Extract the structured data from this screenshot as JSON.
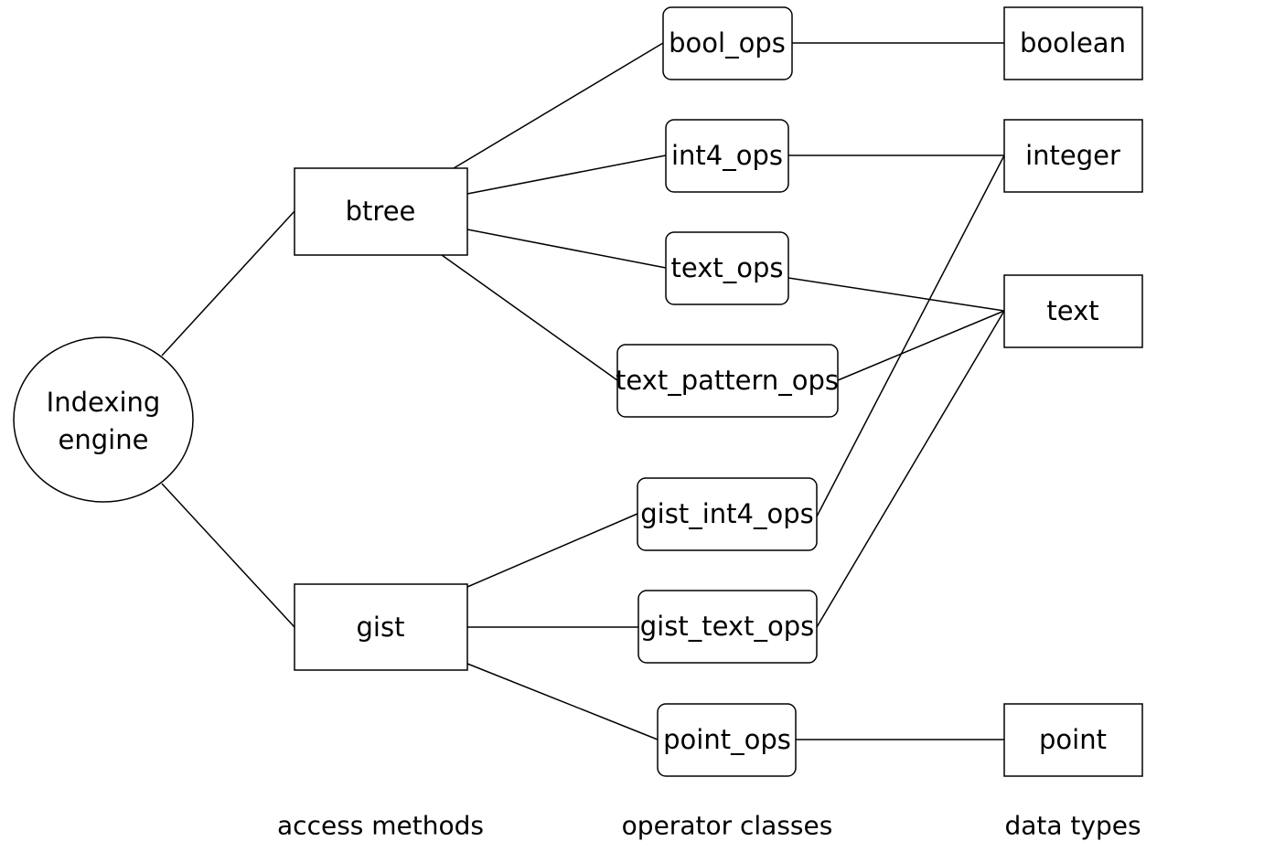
{
  "diagram": {
    "engine": {
      "line1": "Indexing",
      "line2": "engine"
    },
    "access_methods": {
      "btree": "btree",
      "gist": "gist"
    },
    "operator_classes": {
      "bool_ops": "bool_ops",
      "int4_ops": "int4_ops",
      "text_ops": "text_ops",
      "text_pattern_ops": "text_pattern_ops",
      "gist_int4_ops": "gist_int4_ops",
      "gist_text_ops": "gist_text_ops",
      "point_ops": "point_ops"
    },
    "data_types": {
      "boolean": "boolean",
      "integer": "integer",
      "text": "text",
      "point": "point"
    },
    "column_labels": {
      "access_methods": "access methods",
      "operator_classes": "operator classes",
      "data_types": "data types"
    },
    "edges": [
      [
        "engine",
        "btree"
      ],
      [
        "engine",
        "gist"
      ],
      [
        "btree",
        "bool_ops"
      ],
      [
        "btree",
        "int4_ops"
      ],
      [
        "btree",
        "text_ops"
      ],
      [
        "btree",
        "text_pattern_ops"
      ],
      [
        "gist",
        "gist_int4_ops"
      ],
      [
        "gist",
        "gist_text_ops"
      ],
      [
        "gist",
        "point_ops"
      ],
      [
        "bool_ops",
        "boolean"
      ],
      [
        "int4_ops",
        "integer"
      ],
      [
        "gist_int4_ops",
        "integer"
      ],
      [
        "text_ops",
        "text"
      ],
      [
        "text_pattern_ops",
        "text"
      ],
      [
        "gist_text_ops",
        "text"
      ],
      [
        "point_ops",
        "point"
      ]
    ]
  }
}
